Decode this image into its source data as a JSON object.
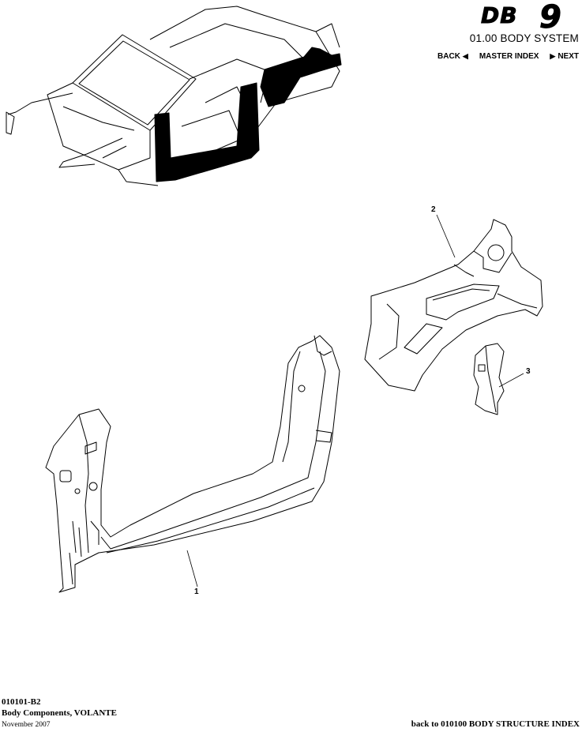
{
  "header": {
    "logo_text": "DB9",
    "system_title": "01.00 BODY SYSTEM",
    "nav": {
      "back": "BACK",
      "master_index": "MASTER INDEX",
      "next": "NEXT"
    }
  },
  "callouts": [
    "1",
    "2",
    "3"
  ],
  "footer": {
    "code": "010101-B2",
    "description": "Body Components, VOLANTE",
    "date": "November 2007",
    "back_link": "back to 010100 BODY STRUCTURE INDEX"
  }
}
